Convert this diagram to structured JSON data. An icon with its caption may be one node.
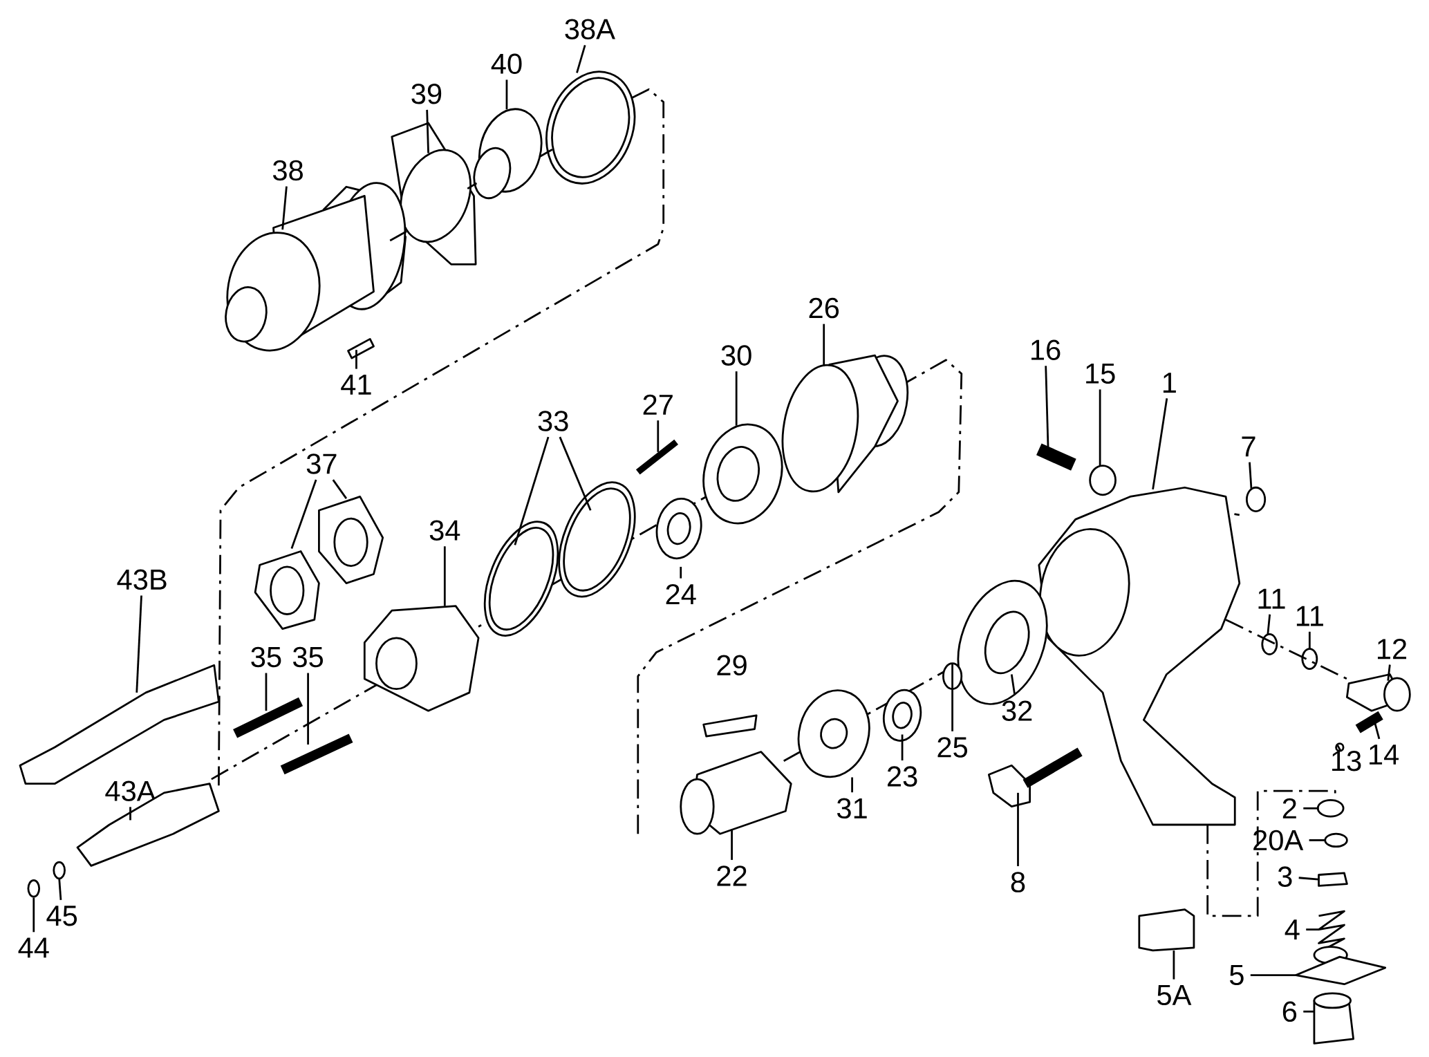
{
  "diagram": {
    "nodes": [
      {
        "text": [
          "38A"
        ]
      },
      {
        "text": [
          "40"
        ]
      },
      {
        "text": [
          "39"
        ]
      },
      {
        "text": [
          "38"
        ]
      },
      {
        "text": [
          "26"
        ]
      },
      {
        "text": [
          "16"
        ]
      },
      {
        "text": [
          "30"
        ]
      },
      {
        "text": [
          "15"
        ]
      },
      {
        "text": [
          "1"
        ]
      },
      {
        "text": [
          "41"
        ]
      },
      {
        "text": [
          "27"
        ]
      },
      {
        "text": [
          "33"
        ]
      },
      {
        "text": [
          "7"
        ]
      },
      {
        "text": [
          "37"
        ]
      },
      {
        "text": [
          "34"
        ]
      },
      {
        "text": [
          "43B"
        ]
      },
      {
        "text": [
          "24"
        ]
      },
      {
        "text": [
          "11"
        ]
      },
      {
        "text": [
          "11"
        ]
      },
      {
        "text": [
          "12"
        ]
      },
      {
        "text": [
          "35"
        ]
      },
      {
        "text": [
          "35"
        ]
      },
      {
        "text": [
          "29"
        ]
      },
      {
        "text": [
          "32"
        ]
      },
      {
        "text": [
          "25"
        ]
      },
      {
        "text": [
          "14"
        ]
      },
      {
        "text": [
          "13"
        ]
      },
      {
        "text": [
          "23"
        ]
      },
      {
        "text": [
          "43A"
        ]
      },
      {
        "text": [
          "31"
        ]
      },
      {
        "text": [
          "2"
        ]
      },
      {
        "text": [
          "20A"
        ]
      },
      {
        "text": [
          "22"
        ]
      },
      {
        "text": [
          "3"
        ]
      },
      {
        "text": [
          "8"
        ]
      },
      {
        "text": [
          "45"
        ]
      },
      {
        "text": [
          "4"
        ]
      },
      {
        "text": [
          "44"
        ]
      },
      {
        "text": [
          "5"
        ]
      },
      {
        "text": [
          "5A"
        ]
      },
      {
        "text": [
          "6"
        ]
      },
      {
        "text": [],
        "shape": "circle"
      },
      {
        "text": [],
        "shape": "circle"
      },
      {
        "text": [],
        "shape": "picture"
      },
      {
        "text": [],
        "shape": "picture"
      },
      {
        "text": [],
        "shape": "cylinder"
      },
      {
        "text": [],
        "shape": "picture"
      },
      {
        "text": [],
        "shape": "circle"
      },
      {
        "text": [],
        "shape": "circle"
      },
      {
        "text": [],
        "shape": "picture"
      },
      {
        "text": [],
        "shape": "picture"
      },
      {
        "text": [],
        "shape": "picture"
      },
      {
        "text": [],
        "shape": "circle"
      },
      {
        "text": [],
        "shape": "circle"
      },
      {
        "text": [],
        "shape": "circle"
      },
      {
        "text": [],
        "shape": "picture"
      },
      {
        "text": [],
        "shape": "picture"
      },
      {
        "text": [],
        "shape": "picture"
      },
      {
        "text": [],
        "shape": "picture"
      },
      {
        "text": [],
        "shape": "circle"
      },
      {
        "text": [],
        "shape": "circle"
      },
      {
        "text": [],
        "shape": "circle"
      },
      {
        "text": [],
        "shape": "picture"
      },
      {
        "text": [],
        "shape": "picture"
      },
      {
        "text": [],
        "shape": "picture"
      },
      {
        "text": [],
        "shape": "circle"
      },
      {
        "text": [],
        "shape": "circle"
      },
      {
        "text": [],
        "shape": "picture"
      },
      {
        "text": [],
        "shape": "circle"
      },
      {
        "text": [],
        "shape": "circle"
      },
      {
        "text": [],
        "shape": "picture"
      },
      {
        "text": [],
        "shape": "circle"
      },
      {
        "text": [],
        "shape": "circle"
      },
      {
        "text": [],
        "shape": "circle"
      },
      {
        "text": [],
        "shape": "picture"
      },
      {
        "text": [],
        "shape": "box"
      },
      {
        "text": [],
        "shape": "picture"
      },
      {
        "text": [],
        "shape": "circle"
      },
      {
        "text": [],
        "shape": "picture"
      },
      {
        "text": [],
        "shape": "circle"
      },
      {
        "text": [],
        "shape": "picture"
      },
      {
        "text": [],
        "shape": "picture"
      },
      {
        "text": [],
        "shape": "cylinder"
      }
    ],
    "edges": [
      {
        "from": 0,
        "to": 41,
        "arrow": "none"
      },
      {
        "from": 1,
        "to": 42,
        "arrow": "none"
      },
      {
        "from": 2,
        "to": 43,
        "arrow": "none"
      },
      {
        "from": 3,
        "to": 44,
        "arrow": "none"
      },
      {
        "from": 4,
        "to": 45,
        "arrow": "none"
      },
      {
        "from": 5,
        "to": 46,
        "arrow": "none"
      },
      {
        "from": 6,
        "to": 47,
        "arrow": "none"
      },
      {
        "from": 7,
        "to": 48,
        "arrow": "none"
      },
      {
        "from": 8,
        "to": 49,
        "arrow": "none"
      },
      {
        "from": 9,
        "to": 50,
        "arrow": "none"
      },
      {
        "from": 10,
        "to": 51,
        "arrow": "none"
      },
      {
        "from": 11,
        "to": 52,
        "arrow": "none"
      },
      {
        "from": 11,
        "to": 53,
        "arrow": "none"
      },
      {
        "from": 12,
        "to": 54,
        "arrow": "none"
      },
      {
        "from": 13,
        "to": 55,
        "arrow": "none"
      },
      {
        "from": 13,
        "to": 56,
        "arrow": "none"
      },
      {
        "from": 14,
        "to": 57,
        "arrow": "none"
      },
      {
        "from": 15,
        "to": 58,
        "arrow": "none"
      },
      {
        "from": 16,
        "to": 59,
        "arrow": "none"
      },
      {
        "from": 17,
        "to": 60,
        "arrow": "none"
      },
      {
        "from": 18,
        "to": 61,
        "arrow": "none"
      },
      {
        "from": 19,
        "to": 62,
        "arrow": "none"
      },
      {
        "from": 20,
        "to": 63,
        "arrow": "none"
      },
      {
        "from": 21,
        "to": 64,
        "arrow": "none"
      },
      {
        "from": 23,
        "to": 65,
        "arrow": "none"
      },
      {
        "from": 24,
        "to": 66,
        "arrow": "none"
      },
      {
        "from": 25,
        "to": 67,
        "arrow": "none"
      },
      {
        "from": 26,
        "to": 68,
        "arrow": "none"
      },
      {
        "from": 27,
        "to": 69,
        "arrow": "none"
      },
      {
        "from": 28,
        "to": 70,
        "arrow": "none"
      },
      {
        "from": 29,
        "to": 71,
        "arrow": "none"
      },
      {
        "from": 30,
        "to": 72,
        "arrow": "none"
      },
      {
        "from": 31,
        "to": 73,
        "arrow": "none"
      },
      {
        "from": 32,
        "to": 74,
        "arrow": "none"
      },
      {
        "from": 33,
        "to": 75,
        "arrow": "none"
      },
      {
        "from": 34,
        "to": 76,
        "arrow": "none"
      },
      {
        "from": 35,
        "to": 77,
        "arrow": "none"
      },
      {
        "from": 36,
        "to": 78,
        "arrow": "none"
      },
      {
        "from": 37,
        "to": 79,
        "arrow": "none"
      },
      {
        "from": 38,
        "to": 80,
        "arrow": "none"
      },
      {
        "from": 39,
        "to": 81,
        "arrow": "none"
      },
      {
        "from": 40,
        "to": 82,
        "arrow": "none"
      },
      {
        "from": 70,
        "to": 41,
        "arrow": "none",
        "style": "dashed"
      },
      {
        "from": 49,
        "to": 72,
        "arrow": "none",
        "style": "dashed"
      },
      {
        "from": 49,
        "to": 62,
        "arrow": "none",
        "style": "dashed"
      },
      {
        "from": 44,
        "to": 43,
        "arrow": "none",
        "style": "dashed"
      },
      {
        "from": 43,
        "to": 42,
        "arrow": "none",
        "style": "dashed"
      },
      {
        "from": 42,
        "to": 41,
        "arrow": "none",
        "style": "dashed"
      }
    ]
  }
}
